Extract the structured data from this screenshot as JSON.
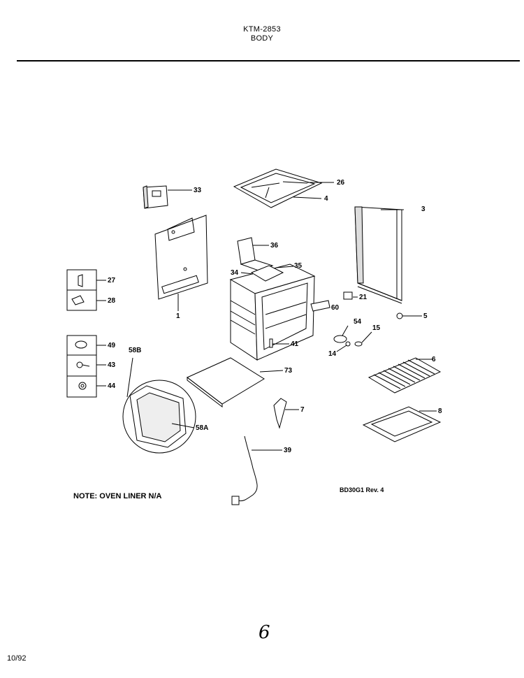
{
  "header": {
    "model": "KTM-2853",
    "section": "BODY"
  },
  "callouts": {
    "c33": "33",
    "c26": "26",
    "c4": "4",
    "c3": "3",
    "c36": "36",
    "c34": "34",
    "c35": "35",
    "c27": "27",
    "c28": "28",
    "c1": "1",
    "c21": "21",
    "c60": "60",
    "c5": "5",
    "c54": "54",
    "c15": "15",
    "c41": "41",
    "c14": "14",
    "c6": "6",
    "c49": "49",
    "c58b": "58B",
    "c43": "43",
    "c73": "73",
    "c44": "44",
    "c7": "7",
    "c8": "8",
    "c58a": "58A",
    "c39": "39"
  },
  "note": "NOTE: OVEN LINER N/A",
  "drawing_ref": "BD30G1 Rev. 4",
  "page_mark": "6",
  "date_code": "10/92"
}
